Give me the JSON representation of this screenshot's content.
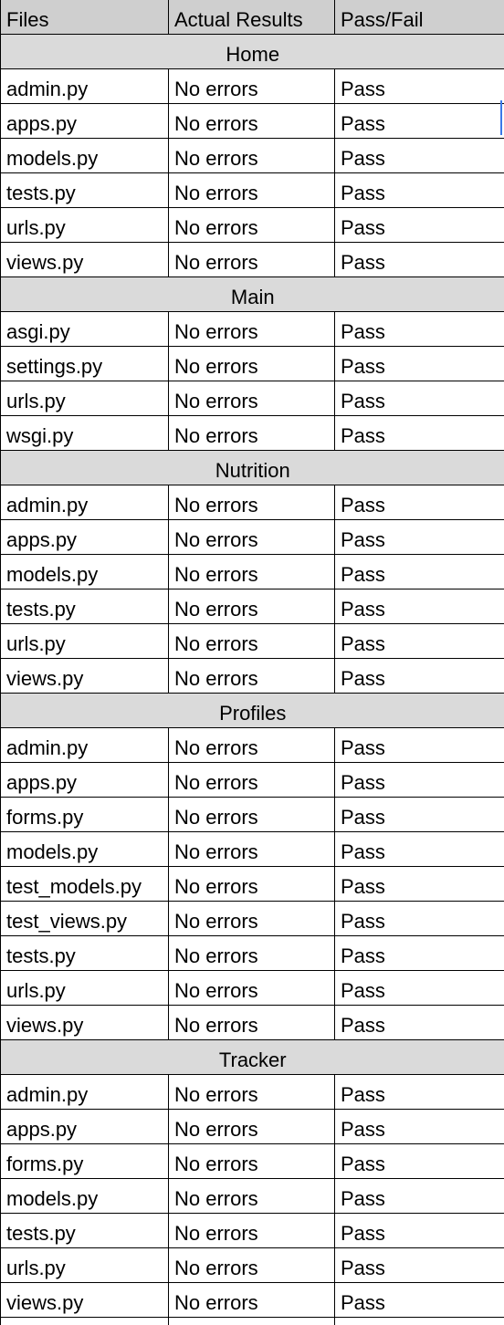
{
  "headers": [
    "Files",
    "Actual Results",
    "Pass/Fail"
  ],
  "sections": [
    {
      "title": "Home",
      "rows": [
        [
          "admin.py",
          "No errors",
          "Pass"
        ],
        [
          "apps.py",
          "No errors",
          "Pass"
        ],
        [
          "models.py",
          "No errors",
          "Pass"
        ],
        [
          "tests.py",
          "No errors",
          "Pass"
        ],
        [
          "urls.py",
          "No errors",
          "Pass"
        ],
        [
          "views.py",
          "No errors",
          "Pass"
        ]
      ]
    },
    {
      "title": "Main",
      "rows": [
        [
          "asgi.py",
          "No errors",
          "Pass"
        ],
        [
          "settings.py",
          "No errors",
          "Pass"
        ],
        [
          "urls.py",
          "No errors",
          "Pass"
        ],
        [
          "wsgi.py",
          "No errors",
          "Pass"
        ]
      ]
    },
    {
      "title": "Nutrition",
      "rows": [
        [
          "admin.py",
          "No errors",
          "Pass"
        ],
        [
          "apps.py",
          "No errors",
          "Pass"
        ],
        [
          "models.py",
          "No errors",
          "Pass"
        ],
        [
          "tests.py",
          "No errors",
          "Pass"
        ],
        [
          "urls.py",
          "No errors",
          "Pass"
        ],
        [
          "views.py",
          "No errors",
          "Pass"
        ]
      ]
    },
    {
      "title": "Profiles",
      "rows": [
        [
          "admin.py",
          "No errors",
          "Pass"
        ],
        [
          "apps.py",
          "No errors",
          "Pass"
        ],
        [
          "forms.py",
          "No errors",
          "Pass"
        ],
        [
          "models.py",
          "No errors",
          "Pass"
        ],
        [
          "test_models.py",
          "No errors",
          "Pass"
        ],
        [
          "test_views.py",
          "No errors",
          "Pass"
        ],
        [
          "tests.py",
          "No errors",
          "Pass"
        ],
        [
          "urls.py",
          "No errors",
          "Pass"
        ],
        [
          "views.py",
          "No errors",
          "Pass"
        ]
      ]
    },
    {
      "title": "Tracker",
      "rows": [
        [
          "admin.py",
          "No errors",
          "Pass"
        ],
        [
          "apps.py",
          "No errors",
          "Pass"
        ],
        [
          "forms.py",
          "No errors",
          "Pass"
        ],
        [
          "models.py",
          "No errors",
          "Pass"
        ],
        [
          "tests.py",
          "No errors",
          "Pass"
        ],
        [
          "urls.py",
          "No errors",
          "Pass"
        ],
        [
          "views.py",
          "No errors",
          "Pass"
        ]
      ]
    }
  ],
  "colors": {
    "header_bg": "#cfcfcf",
    "section_bg": "#dadada",
    "border": "#000000",
    "selection_edge": "#3b78e7"
  }
}
